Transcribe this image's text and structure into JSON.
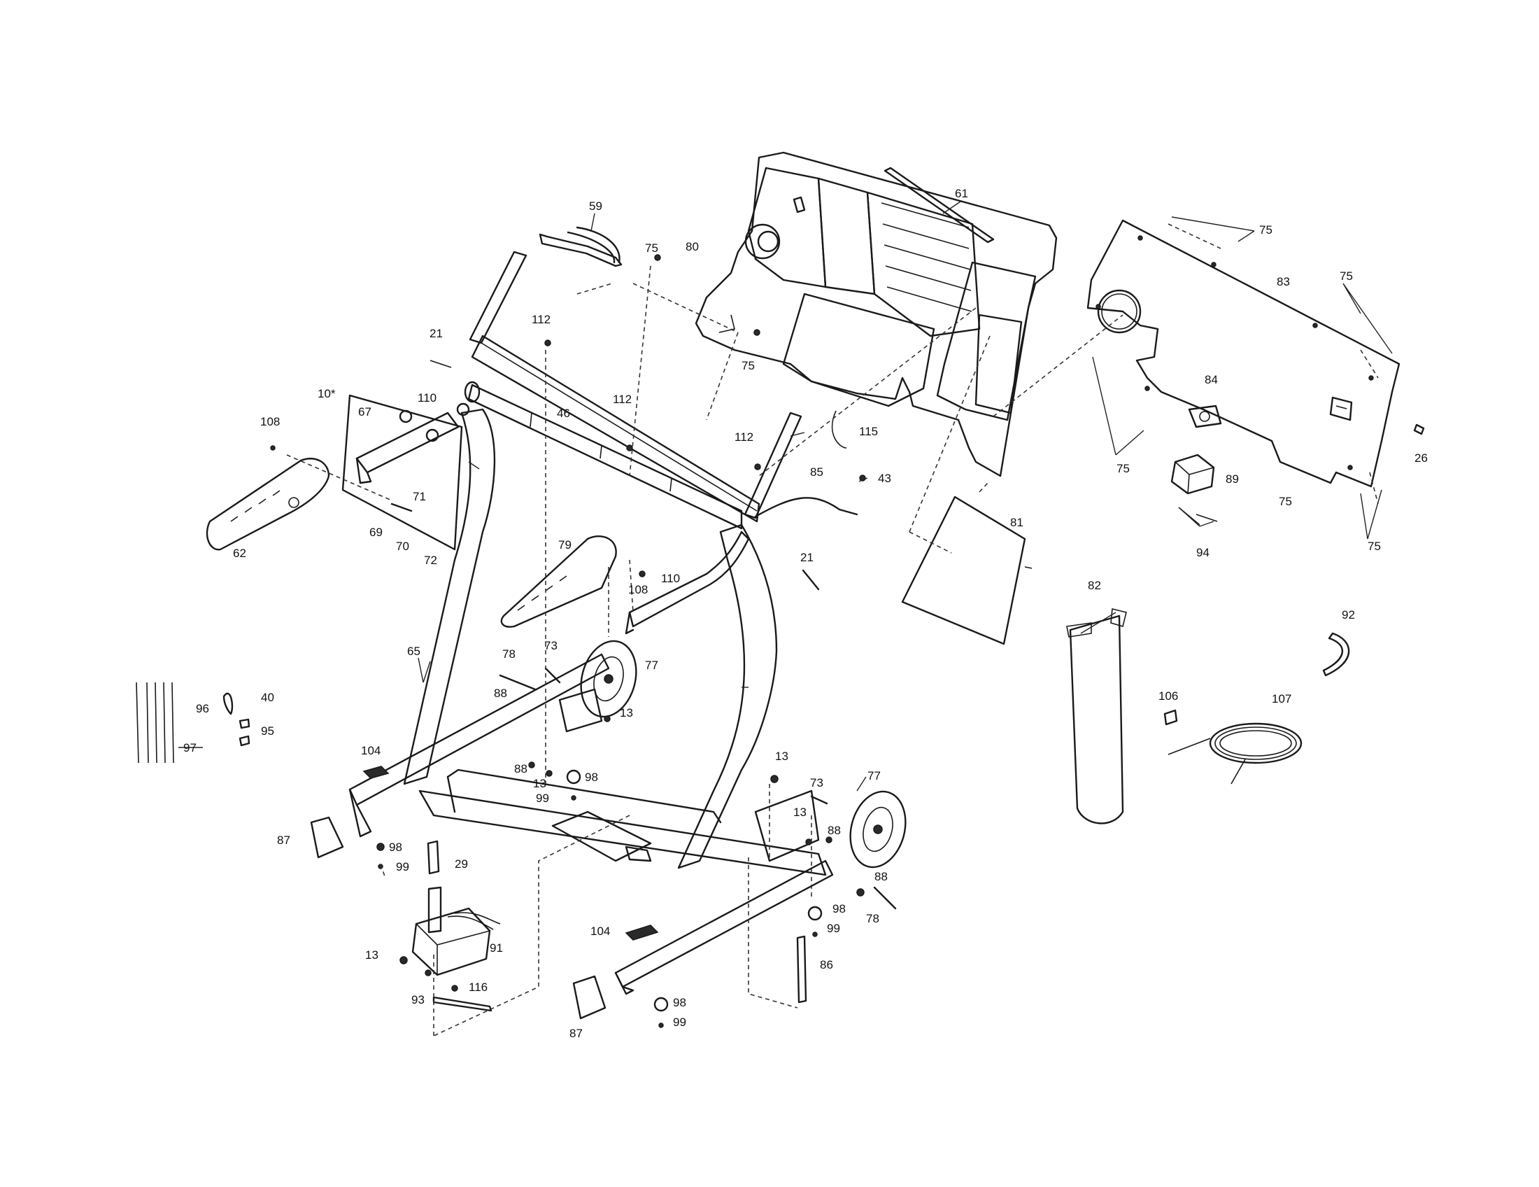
{
  "callouts": [
    {
      "id": "c59",
      "label": "59"
    },
    {
      "id": "c61",
      "label": "61"
    },
    {
      "id": "c75a",
      "label": "75"
    },
    {
      "id": "c80",
      "label": "80"
    },
    {
      "id": "c75b",
      "label": "75"
    },
    {
      "id": "c75c",
      "label": "75"
    },
    {
      "id": "c83",
      "label": "83"
    },
    {
      "id": "c75d",
      "label": "75"
    },
    {
      "id": "c21a",
      "label": "21"
    },
    {
      "id": "c112a",
      "label": "112"
    },
    {
      "id": "c10",
      "label": "10*"
    },
    {
      "id": "c110a",
      "label": "110"
    },
    {
      "id": "c67",
      "label": "67"
    },
    {
      "id": "c108a",
      "label": "108"
    },
    {
      "id": "c46",
      "label": "46"
    },
    {
      "id": "c112b",
      "label": "112"
    },
    {
      "id": "c112c",
      "label": "112"
    },
    {
      "id": "c115",
      "label": "115"
    },
    {
      "id": "c84",
      "label": "84"
    },
    {
      "id": "c75e",
      "label": "75"
    },
    {
      "id": "c26",
      "label": "26"
    },
    {
      "id": "c89",
      "label": "89"
    },
    {
      "id": "c75f",
      "label": "75"
    },
    {
      "id": "c94",
      "label": "94"
    },
    {
      "id": "c75g",
      "label": "75"
    },
    {
      "id": "c85",
      "label": "85"
    },
    {
      "id": "c43",
      "label": "43"
    },
    {
      "id": "c71",
      "label": "71"
    },
    {
      "id": "c69",
      "label": "69"
    },
    {
      "id": "c70",
      "label": "70"
    },
    {
      "id": "c72",
      "label": "72"
    },
    {
      "id": "c62",
      "label": "62"
    },
    {
      "id": "c79",
      "label": "79"
    },
    {
      "id": "c81",
      "label": "81"
    },
    {
      "id": "c110b",
      "label": "110"
    },
    {
      "id": "c108b",
      "label": "108"
    },
    {
      "id": "c21b",
      "label": "21"
    },
    {
      "id": "c82",
      "label": "82"
    },
    {
      "id": "c92",
      "label": "92"
    },
    {
      "id": "c65",
      "label": "65"
    },
    {
      "id": "c78a",
      "label": "78"
    },
    {
      "id": "c73a",
      "label": "73"
    },
    {
      "id": "c77a",
      "label": "77"
    },
    {
      "id": "c88a",
      "label": "88"
    },
    {
      "id": "c13a",
      "label": "13"
    },
    {
      "id": "c96",
      "label": "96"
    },
    {
      "id": "c40",
      "label": "40"
    },
    {
      "id": "c95",
      "label": "95"
    },
    {
      "id": "c97",
      "label": "97"
    },
    {
      "id": "c106",
      "label": "106"
    },
    {
      "id": "c107",
      "label": "107"
    },
    {
      "id": "c104a",
      "label": "104"
    },
    {
      "id": "c88b",
      "label": "88"
    },
    {
      "id": "c13b",
      "label": "13"
    },
    {
      "id": "c98a",
      "label": "98"
    },
    {
      "id": "c99a",
      "label": "99"
    },
    {
      "id": "c13c",
      "label": "13"
    },
    {
      "id": "c73b",
      "label": "73"
    },
    {
      "id": "c77b",
      "label": "77"
    },
    {
      "id": "c13d",
      "label": "13"
    },
    {
      "id": "c88c",
      "label": "88"
    },
    {
      "id": "c87a",
      "label": "87"
    },
    {
      "id": "c98b",
      "label": "98"
    },
    {
      "id": "c99b",
      "label": "99"
    },
    {
      "id": "c29",
      "label": "29"
    },
    {
      "id": "c88d",
      "label": "88"
    },
    {
      "id": "c98c",
      "label": "98"
    },
    {
      "id": "c78b",
      "label": "78"
    },
    {
      "id": "c99c",
      "label": "99"
    },
    {
      "id": "c104b",
      "label": "104"
    },
    {
      "id": "c91",
      "label": "91"
    },
    {
      "id": "c13e",
      "label": "13"
    },
    {
      "id": "c86",
      "label": "86"
    },
    {
      "id": "c93",
      "label": "93"
    },
    {
      "id": "c116",
      "label": "116"
    },
    {
      "id": "c98d",
      "label": "98"
    },
    {
      "id": "c99d",
      "label": "99"
    },
    {
      "id": "c87b",
      "label": "87"
    }
  ]
}
